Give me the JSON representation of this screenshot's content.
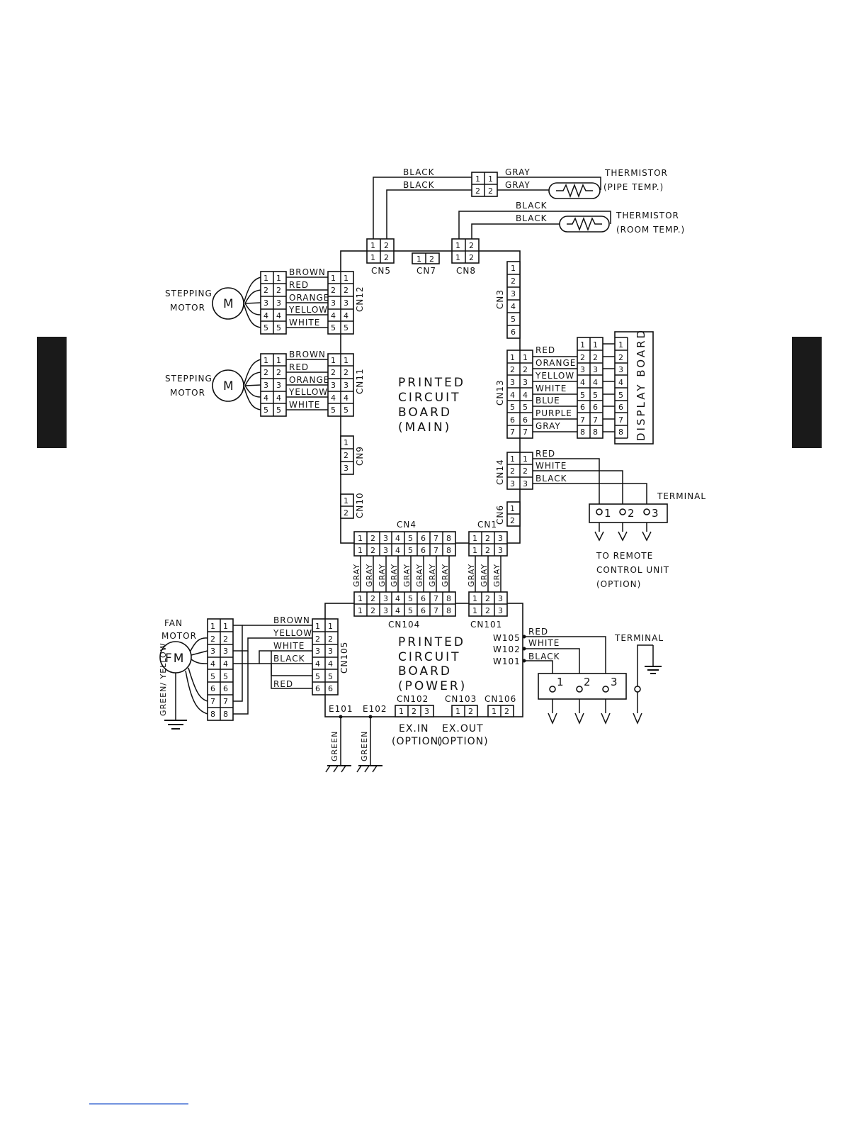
{
  "pcb_main": {
    "line1": "PRINTED",
    "line2": "CIRCUIT",
    "line3": "BOARD",
    "line4": "(MAIN)"
  },
  "pcb_power": {
    "line1": "PRINTED",
    "line2": "CIRCUIT",
    "line3": "BOARD",
    "line4": "(POWER)"
  },
  "thermistor_pipe": {
    "name": "THERMISTOR",
    "sub": "(PIPE TEMP.)",
    "wire1": "BLACK",
    "wire2": "BLACK",
    "wire3": "GRAY",
    "wire4": "GRAY"
  },
  "thermistor_room": {
    "name": "THERMISTOR",
    "sub": "(ROOM TEMP.)",
    "wire1": "BLACK",
    "wire2": "BLACK"
  },
  "connectors": {
    "cn5": "CN5",
    "cn7": "CN7",
    "cn8": "CN8",
    "cn3": "CN3",
    "cn12": "CN12",
    "cn11": "CN11",
    "cn9": "CN9",
    "cn10": "CN10",
    "cn13": "CN13",
    "cn14": "CN14",
    "cn6": "CN6",
    "cn4": "CN4",
    "cn1": "CN1",
    "cn104": "CN104",
    "cn101": "CN101",
    "cn105": "CN105",
    "cn102": "CN102",
    "cn103": "CN103",
    "cn106": "CN106"
  },
  "stepping_motor_1": {
    "line1": "STEPPING",
    "line2": "MOTOR",
    "symbol": "M",
    "wires": [
      "BROWN",
      "RED",
      "ORANGE",
      "YELLOW",
      "WHITE"
    ]
  },
  "stepping_motor_2": {
    "line1": "STEPPING",
    "line2": "MOTOR",
    "symbol": "M",
    "wires": [
      "BROWN",
      "RED",
      "ORANGE",
      "YELLOW",
      "WHITE"
    ]
  },
  "display": {
    "label": "DISPLAY BOARD",
    "wires": [
      "RED",
      "ORANGE",
      "YELLOW",
      "WHITE",
      "BLUE",
      "PURPLE",
      "GRAY"
    ]
  },
  "remote": {
    "wires": [
      "RED",
      "WHITE",
      "BLACK"
    ],
    "terminal": "TERMINAL",
    "note1": "TO REMOTE",
    "note2": "CONTROL UNIT",
    "note3": "(OPTION)"
  },
  "bus_wires": [
    "GRAY",
    "GRAY",
    "GRAY",
    "GRAY",
    "GRAY",
    "GRAY",
    "GRAY",
    "GRAY",
    "GRAY",
    "GRAY",
    "GRAY"
  ],
  "fan_motor": {
    "line1": "FAN",
    "line2": "MOTOR",
    "symbol": "FM",
    "ground": "GREEN/ YELLOW",
    "wires": [
      "BROWN",
      "YELLOW",
      "WHITE",
      "BLACK",
      "RED"
    ]
  },
  "power_out": {
    "w105": "W105",
    "w102": "W102",
    "w101": "W101",
    "wires": [
      "RED",
      "WHITE",
      "BLACK"
    ],
    "terminal": "TERMINAL"
  },
  "ground": {
    "e101": "E101",
    "e102": "E102",
    "green1": "GREEN",
    "green2": "GREEN"
  },
  "options": {
    "exin": "EX.IN",
    "exin_sub": "(OPTION)",
    "exout": "EX.OUT",
    "exout_sub": "(OPTION)"
  },
  "pins": {
    "p1": "1",
    "p2": "2",
    "p3": "3",
    "p4": "4",
    "p5": "5",
    "p6": "6",
    "p7": "7",
    "p8": "8"
  },
  "colors": {
    "ink": "#111111",
    "tab": "#1a1a1a",
    "footer_line": "#2255cc"
  }
}
